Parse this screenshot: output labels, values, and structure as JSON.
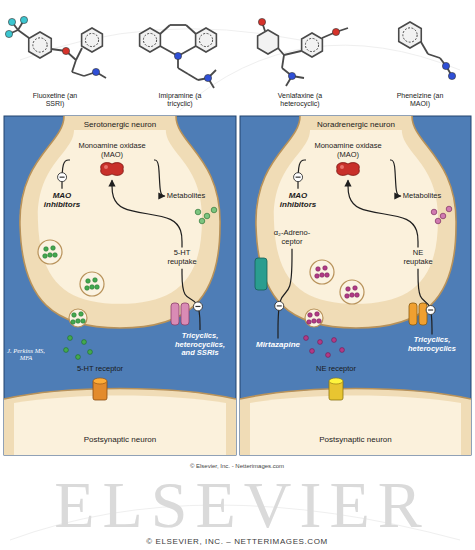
{
  "diagram": {
    "nodes": [
      {
        "text": [
          "Serotonergic neuron"
        ]
      },
      {
        "text": [
          "Monoamine oxidase (MAO)"
        ],
        "in": 0
      },
      {
        "text": [
          "Metabolites"
        ],
        "in": 0
      },
      {
        "text": [
          "MAO inhibitors"
        ],
        "in": 0
      },
      {
        "text": [
          "5-HT reuptake"
        ],
        "in": 0
      },
      {
        "text": [
          "Tricyclics, heterocyclics, and SSRIs"
        ]
      },
      {
        "text": [
          "5-HT receptor"
        ]
      },
      {
        "text": [
          "Postsynaptic neuron"
        ]
      },
      {
        "text": [
          "Noradrenergic neuron"
        ]
      },
      {
        "text": [
          "Monoamine oxidase (MAO)"
        ],
        "in": 8
      },
      {
        "text": [
          "Metabolites"
        ],
        "in": 8
      },
      {
        "text": [
          "MAO inhibitors"
        ],
        "in": 8
      },
      {
        "text": [
          "α₂-Adreno- ceptor"
        ],
        "in": 8
      },
      {
        "text": [
          "NE reuptake"
        ],
        "in": 8
      },
      {
        "text": [
          "Mirtazapine"
        ]
      },
      {
        "text": [
          "Tricyclics, heterocyclics"
        ]
      },
      {
        "text": [
          "NE receptor"
        ]
      },
      {
        "text": [
          "Postsynaptic neuron"
        ]
      }
    ],
    "edges": [
      {
        "from": 1,
        "to": 2,
        "arrow": "to"
      },
      {
        "from": 4,
        "to": 1,
        "arrow": "to"
      },
      {
        "from": 3,
        "to": 1,
        "arrow": "none"
      },
      {
        "from": 5,
        "to": 4,
        "arrow": "none"
      },
      {
        "from": 9,
        "to": 10,
        "arrow": "to"
      },
      {
        "from": 13,
        "to": 9,
        "arrow": "to"
      },
      {
        "from": 11,
        "to": 9,
        "arrow": "none"
      },
      {
        "from": 14,
        "to": 12,
        "arrow": "none"
      },
      {
        "from": 15,
        "to": 13,
        "arrow": "none"
      }
    ],
    "labels": [
      "Fluoxetine (an SSRI)",
      "Imipramine (a tricyclic)",
      "Venlafaxine (a heterocyclic)",
      "Phenelzine (an MAOI)",
      "J. Perkins MS, MFA",
      "© Elsevier, Inc. - Netterimages.com",
      "ELSEVIER",
      "© ELSEVIER, INC. – NETTERIMAGES.COM"
    ]
  }
}
